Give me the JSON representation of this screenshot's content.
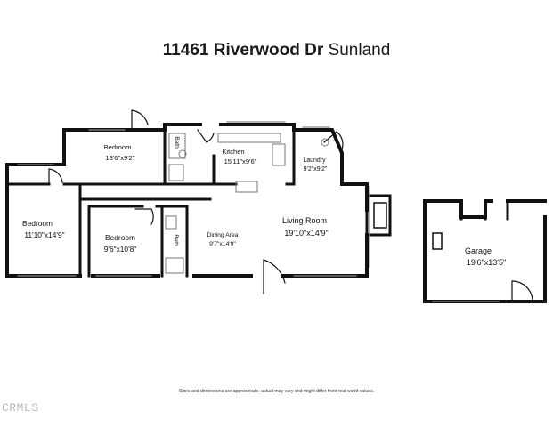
{
  "title": {
    "address": "11461 Riverwood Dr",
    "area": "Sunland"
  },
  "rooms": [
    {
      "key": "bedroom-1",
      "name": "Bedroom",
      "dims": "13'6\"x9'2\""
    },
    {
      "key": "bath-1",
      "name": "Bath"
    },
    {
      "key": "kitchen",
      "name": "Kitchen",
      "dims": "15'11\"x9'6\""
    },
    {
      "key": "laundry",
      "name": "Laundry",
      "dims": "9'2\"x9'2\""
    },
    {
      "key": "bedroom-2",
      "name": "Bedroom",
      "dims": "11'10\"x14'9\""
    },
    {
      "key": "bedroom-3",
      "name": "Bedroom",
      "dims": "9'6\"x10'8\""
    },
    {
      "key": "bath-2",
      "name": "Bath"
    },
    {
      "key": "dining",
      "name": "Dining Area",
      "dims": "9'7\"x14'9\""
    },
    {
      "key": "living",
      "name": "Living Room",
      "dims": "19'10\"x14'9\""
    },
    {
      "key": "garage",
      "name": "Garage",
      "dims": "19'6\"x13'5\""
    }
  ],
  "disclaimer": "Sizes and dimensions are approximate, actual may vary and might differ from real world values.",
  "watermark": "CRMLS"
}
